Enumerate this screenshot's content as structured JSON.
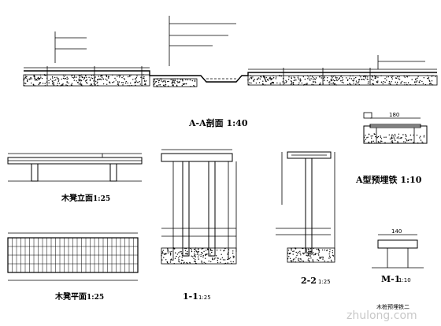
{
  "titles": {
    "section_aa": "A-A剖面 1:40",
    "bench_elevation": "木凳立面",
    "bench_elevation_scale": "1:25",
    "bench_plan": "木凳平面",
    "bench_plan_scale": "1:25",
    "section_11": "1-1",
    "section_11_scale": "1:25",
    "section_22": "2-2",
    "section_22_scale": "1:25",
    "embed_a": "A型预埋铁 1:10",
    "m1": "M-1",
    "m1_scale": "1:10",
    "embed_b": "木桩预埋铁二"
  },
  "dims": {
    "embed_width": "180",
    "m1_width": "140"
  },
  "watermark": "zhulong.com",
  "colors": {
    "line": "#000000",
    "background": "#ffffff",
    "watermark": "#c8c8c8"
  }
}
